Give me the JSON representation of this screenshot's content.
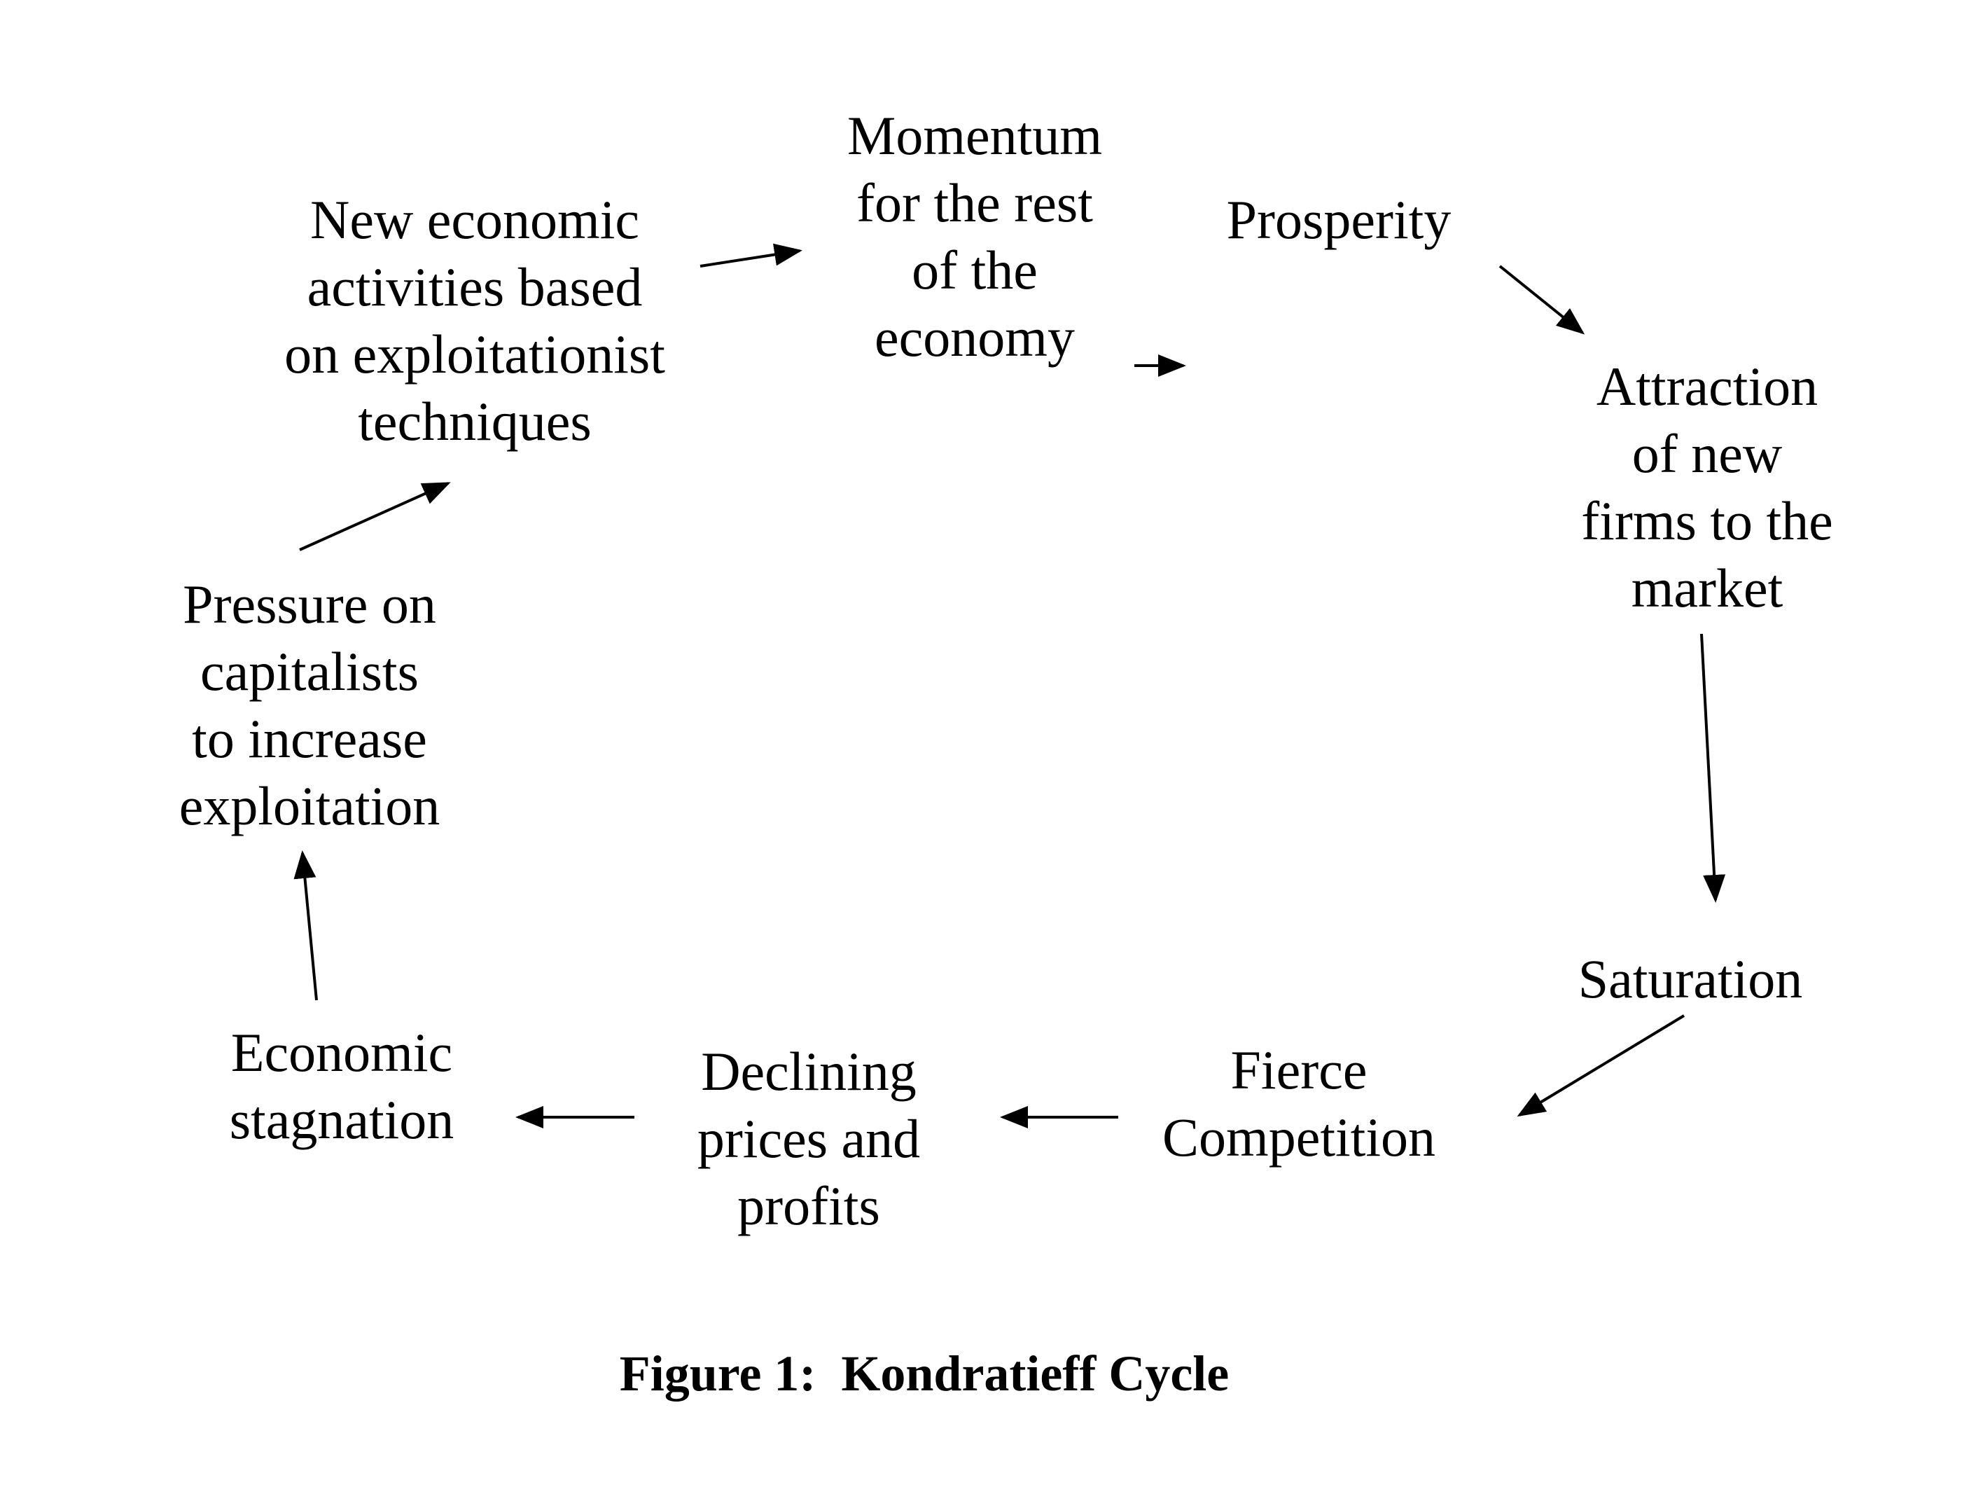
{
  "diagram": {
    "nodes": {
      "new_activities": "New economic\nactivities based\non exploitationist\ntechniques",
      "momentum": "Momentum\nfor the rest\nof the\neconomy",
      "prosperity": "Prosperity",
      "attraction": "Attraction\nof new\nfirms to the\nmarket",
      "saturation": "Saturation",
      "fierce_competition": "Fierce\nCompetition",
      "declining_prices": "Declining\nprices and\nprofits",
      "stagnation": "Economic\nstagnation",
      "pressure": "Pressure on\ncapitalists\nto increase\nexploitation"
    },
    "flow": [
      "new_activities",
      "momentum",
      "prosperity",
      "attraction",
      "saturation",
      "fierce_competition",
      "declining_prices",
      "stagnation",
      "pressure",
      "new_activities"
    ],
    "arrow_color": "#000000"
  },
  "caption": "Figure 1:  Kondratieff Cycle"
}
